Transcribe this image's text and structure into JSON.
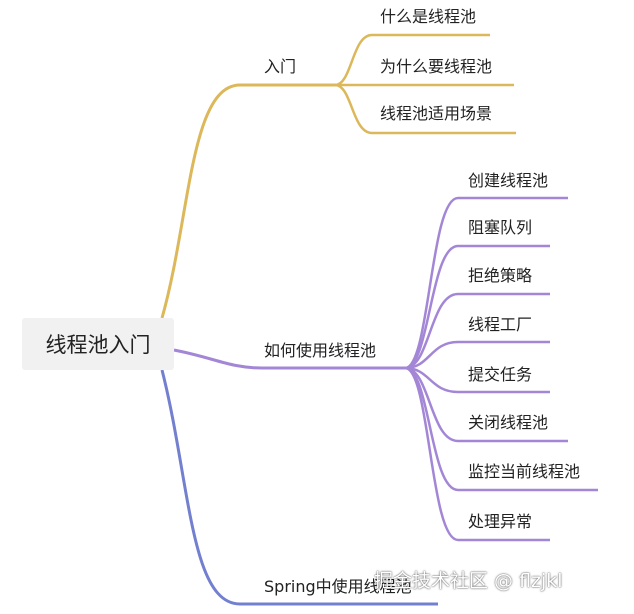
{
  "mindmap": {
    "root": {
      "label": "线程池入门"
    },
    "branches": [
      {
        "label": "入门",
        "color": "#dcb85a",
        "children": [
          "什么是线程池",
          "为什么要线程池",
          "线程池适用场景"
        ]
      },
      {
        "label": "如何使用线程池",
        "color": "#a387d6",
        "children": [
          "创建线程池",
          "阻塞队列",
          "拒绝策略",
          "线程工厂",
          "提交任务",
          "关闭线程池",
          "监控当前线程池",
          "处理异常"
        ]
      },
      {
        "label": "Spring中使用线程池",
        "color": "#7380cf",
        "children": []
      }
    ]
  },
  "watermark": "掘金技术社区 @ flzjkl"
}
